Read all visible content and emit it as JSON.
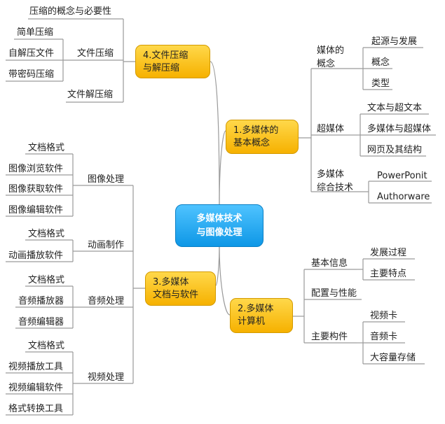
{
  "center": "多媒体技术\n与图像处理",
  "branches": {
    "b1": {
      "title": "1.多媒体的\n基本概念",
      "media_concept": {
        "label": "媒体的\n概念",
        "items": [
          "起源与发展",
          "概念",
          "类型"
        ]
      },
      "hypermedia": {
        "label": "超媒体",
        "items": [
          "文本与超文本",
          "多媒体与超媒体",
          "网页及其结构"
        ]
      },
      "integration": {
        "label": "多媒体\n综合技术",
        "items": [
          "PowerPonit",
          "Authorware"
        ]
      }
    },
    "b2": {
      "title": "2.多媒体\n计算机",
      "basic_info": {
        "label": "基本信息",
        "items": [
          "发展过程",
          "主要特点"
        ]
      },
      "config": {
        "label": "配置与性能"
      },
      "components": {
        "label": "主要构件",
        "items": [
          "视频卡",
          "音频卡",
          "大容量存储"
        ]
      }
    },
    "b3": {
      "title": "3.多媒体\n文档与软件",
      "image": {
        "label": "图像处理",
        "items": [
          "文档格式",
          "图像浏览软件",
          "图像获取软件",
          "图像编辑软件"
        ]
      },
      "animation": {
        "label": "动画制作",
        "items": [
          "文档格式",
          "动画播放软件"
        ]
      },
      "audio": {
        "label": "音频处理",
        "items": [
          "文档格式",
          "音频播放器",
          "音频编辑器"
        ]
      },
      "video": {
        "label": "视频处理",
        "items": [
          "文档格式",
          "视频播放工具",
          "视频编辑软件",
          "格式转换工具"
        ]
      }
    },
    "b4": {
      "title": "4.文件压缩\n与解压缩",
      "necessity": "压缩的概念与必要性",
      "compress": {
        "label": "文件压缩",
        "items": [
          "简单压缩",
          "自解压文件",
          "带密码压缩"
        ]
      },
      "decompress": "文件解压缩"
    }
  }
}
